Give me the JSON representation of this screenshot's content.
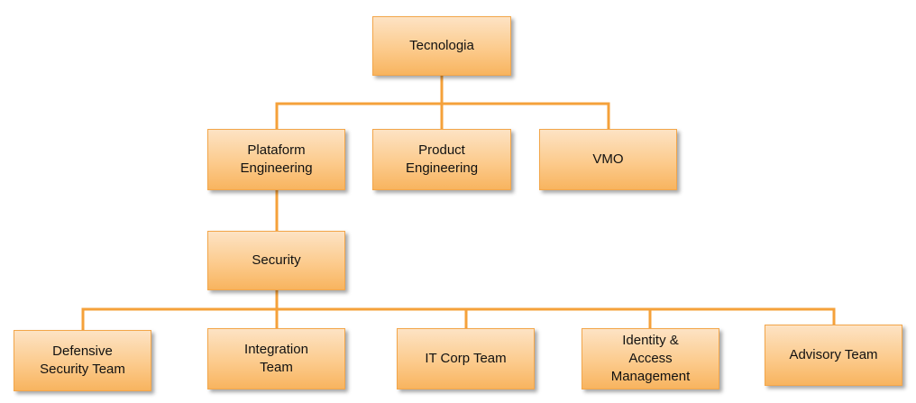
{
  "org_chart": {
    "root": {
      "label": "Tecnologia"
    },
    "level2": [
      {
        "label": "Plataform\nEngineering"
      },
      {
        "label": "Product\nEngineering"
      },
      {
        "label": "VMO"
      }
    ],
    "security": {
      "label": "Security"
    },
    "teams": [
      {
        "label": "Defensive\nSecurity Team"
      },
      {
        "label": "Integration\nTeam"
      },
      {
        "label": "IT Corp Team"
      },
      {
        "label": "Identity &\nAccess\nManagement"
      },
      {
        "label": "Advisory Team"
      }
    ],
    "colors": {
      "box_top": "#fde3c4",
      "box_bottom": "#f8b45f",
      "box_border": "#f3a64a",
      "connector": "#f5a13a"
    }
  }
}
